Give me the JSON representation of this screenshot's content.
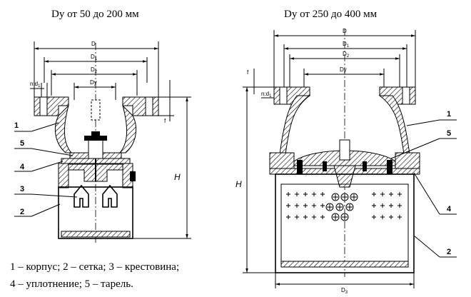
{
  "left_view": {
    "title": "Dy от 50 до 200 мм",
    "dims": {
      "D": "D",
      "D1": "D",
      "D1_sub": "1",
      "D2": "D",
      "D2_sub": "2",
      "Dy": "Dy",
      "n_d": "n:d",
      "n_d_sub": "1",
      "H": "H",
      "f": "f"
    },
    "callouts": [
      "1",
      "5",
      "4",
      "3",
      "2"
    ]
  },
  "right_view": {
    "title": "Dy от 250 до 400 мм",
    "dims": {
      "D": "D",
      "D1": "D",
      "D1_sub": "1",
      "D2": "D",
      "D2_sub": "2",
      "Dy": "Dy",
      "D3": "D",
      "D3_sub": "3",
      "n_d": "n:d",
      "n_d_sub": "1",
      "H": "H",
      "f": "f"
    },
    "callouts": [
      "1",
      "5",
      "4",
      "2"
    ]
  },
  "legend": {
    "line1": "1 – корпус;  2 – сетка; 3 – крестовина;",
    "line2": "4 – уплотнение; 5 – тарель."
  }
}
